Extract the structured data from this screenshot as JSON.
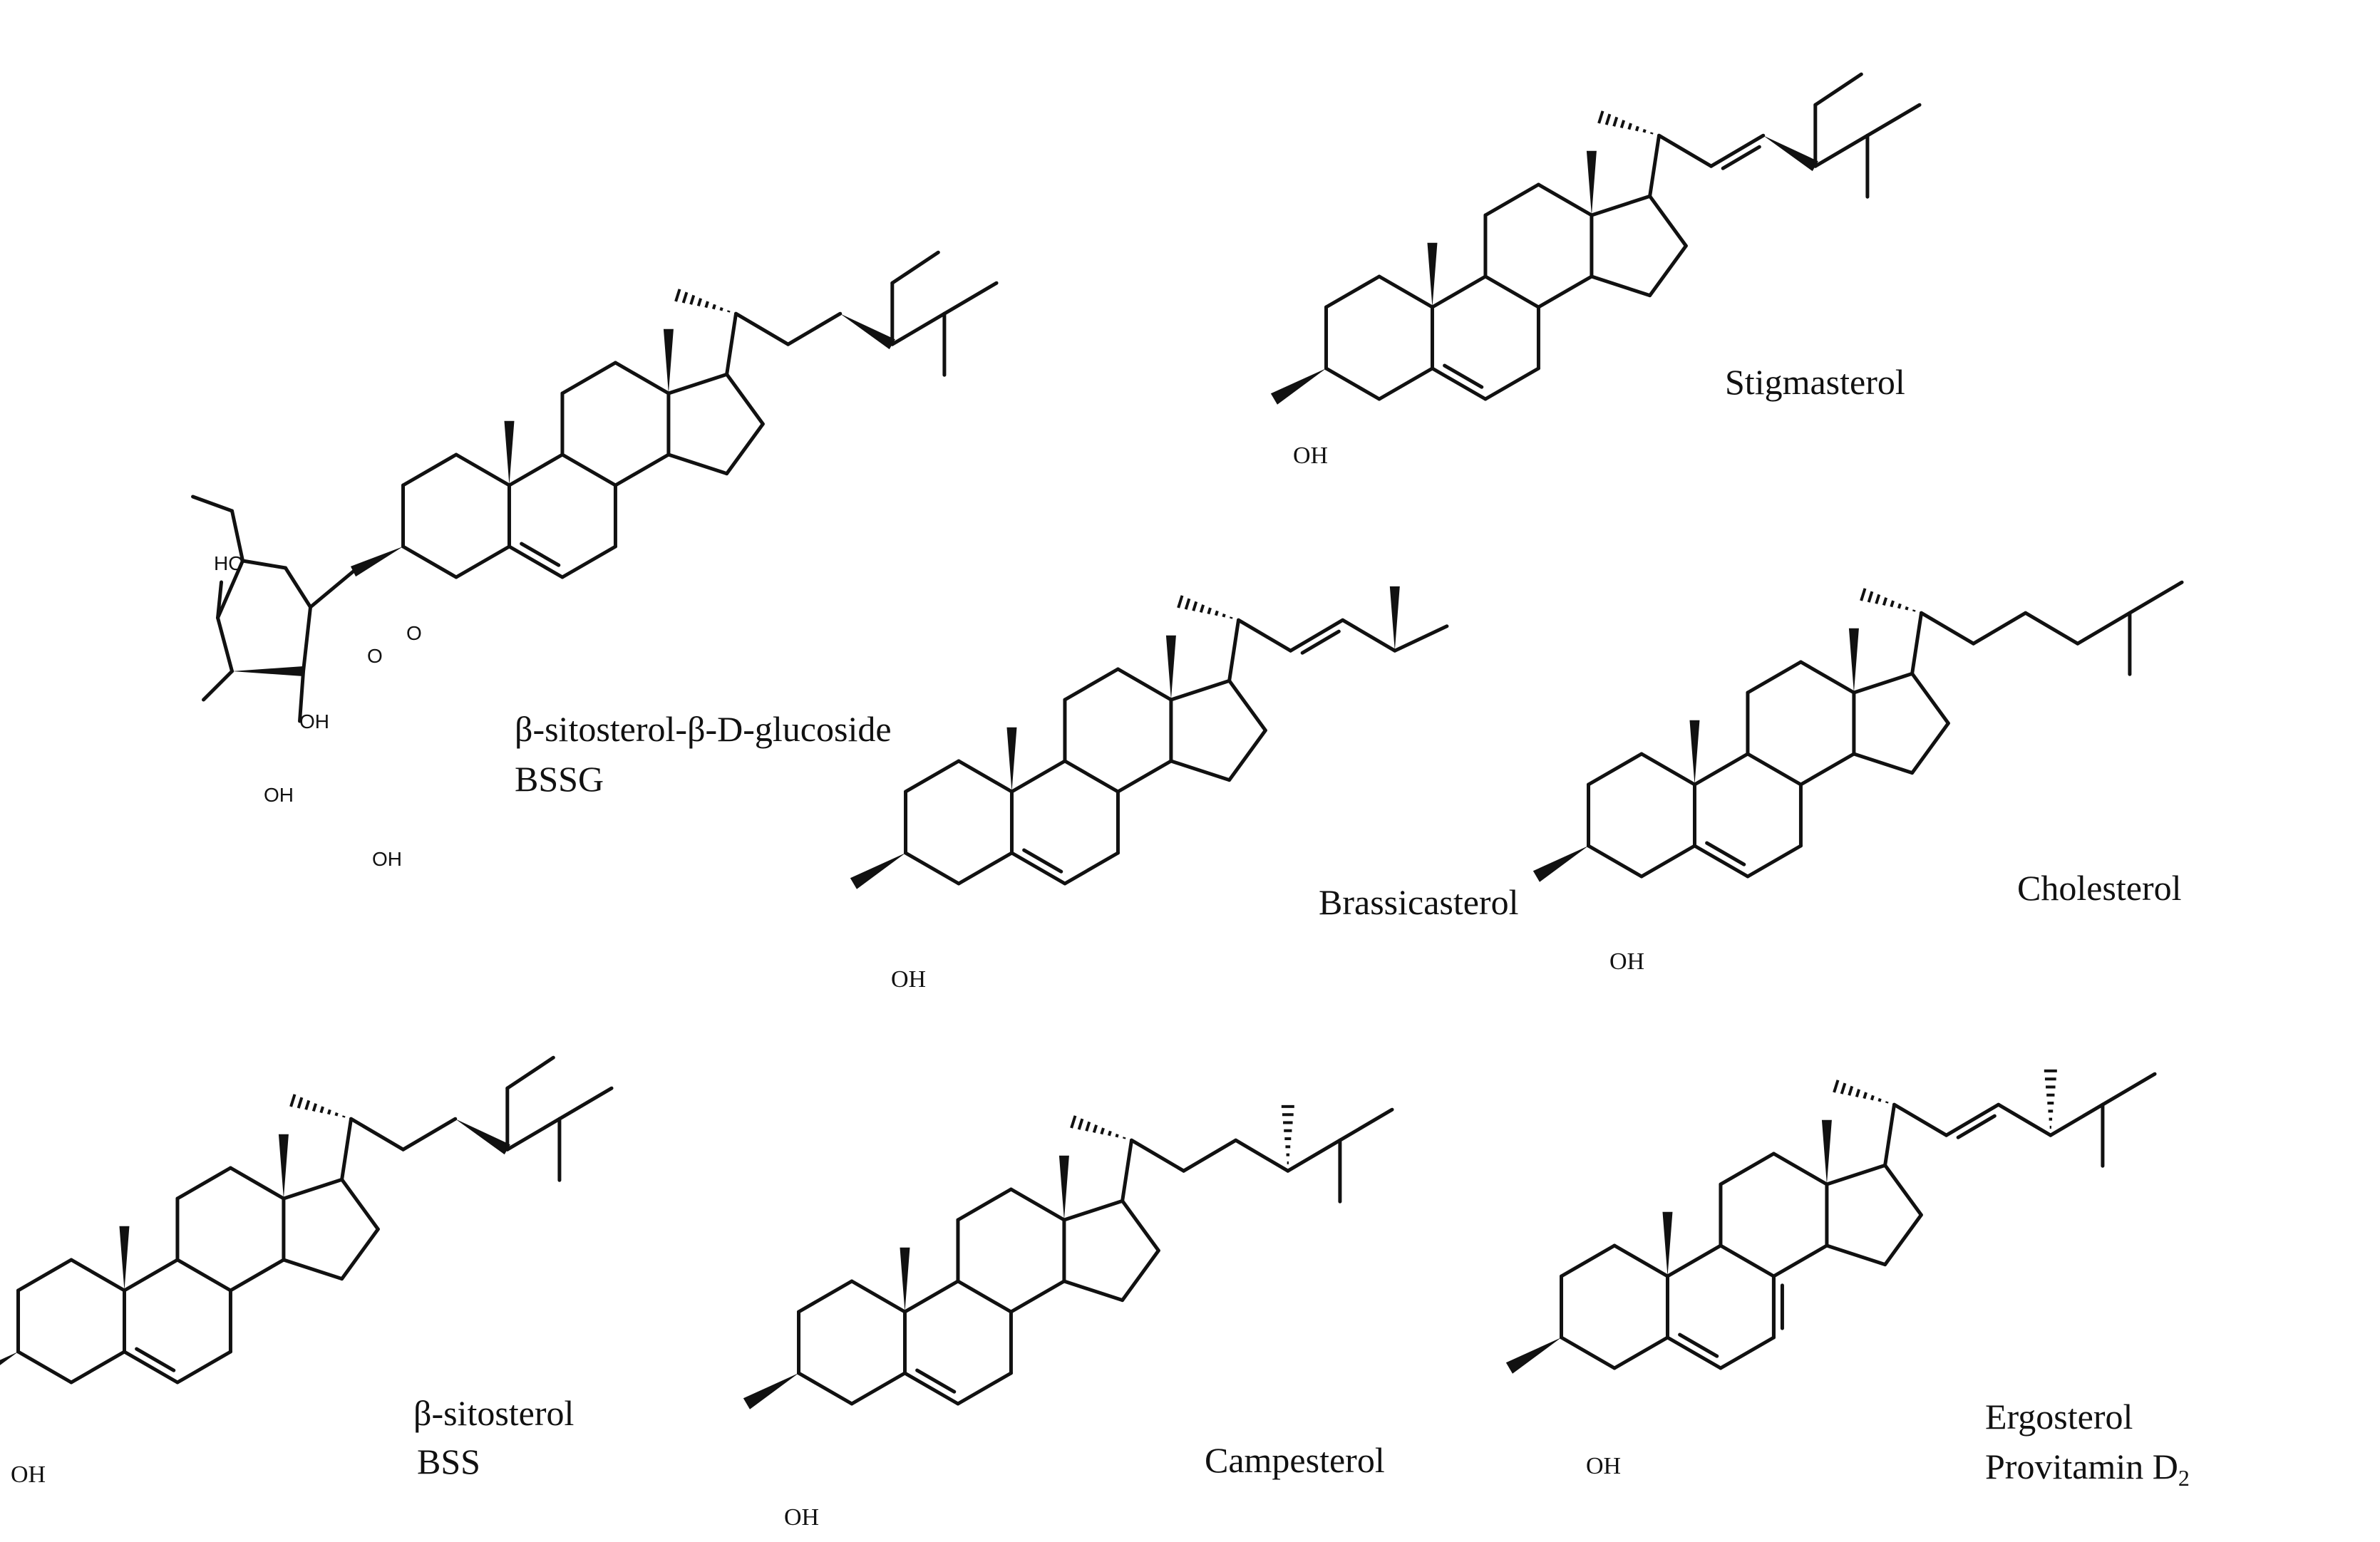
{
  "molecules": [
    {
      "id": "bssg",
      "name_line1": "β-sitosterol-β-D-glucoside",
      "name_line2": "BSSG",
      "side_chain": "sitosterol",
      "atoms": {
        "ho_ch2": "HO",
        "ring_o": "O",
        "link_o": "O",
        "oh_2": "OH",
        "oh_3": "OH",
        "oh_4": "OH"
      }
    },
    {
      "id": "stigmasterol",
      "name_line1": "Stigmasterol",
      "side_chain": "stigmasterol",
      "atoms": {
        "oh": "OH"
      }
    },
    {
      "id": "brassicasterol",
      "name_line1": "Brassicasterol",
      "side_chain": "brassicasterol",
      "atoms": {
        "oh": "OH"
      }
    },
    {
      "id": "cholesterol",
      "name_line1": "Cholesterol",
      "side_chain": "cholesterol",
      "atoms": {
        "oh": "OH"
      }
    },
    {
      "id": "bss",
      "name_line1": "β-sitosterol",
      "name_line2": "BSS",
      "side_chain": "sitosterol",
      "atoms": {
        "oh": "OH"
      }
    },
    {
      "id": "campesterol",
      "name_line1": "Campesterol",
      "side_chain": "campesterol",
      "atoms": {
        "oh": "OH"
      }
    },
    {
      "id": "ergosterol",
      "name_line1": "Ergosterol",
      "name_line2": "Provitamin D",
      "name_line2_subscript": "2",
      "side_chain": "ergosterol",
      "atoms": {
        "oh": "OH"
      }
    }
  ]
}
